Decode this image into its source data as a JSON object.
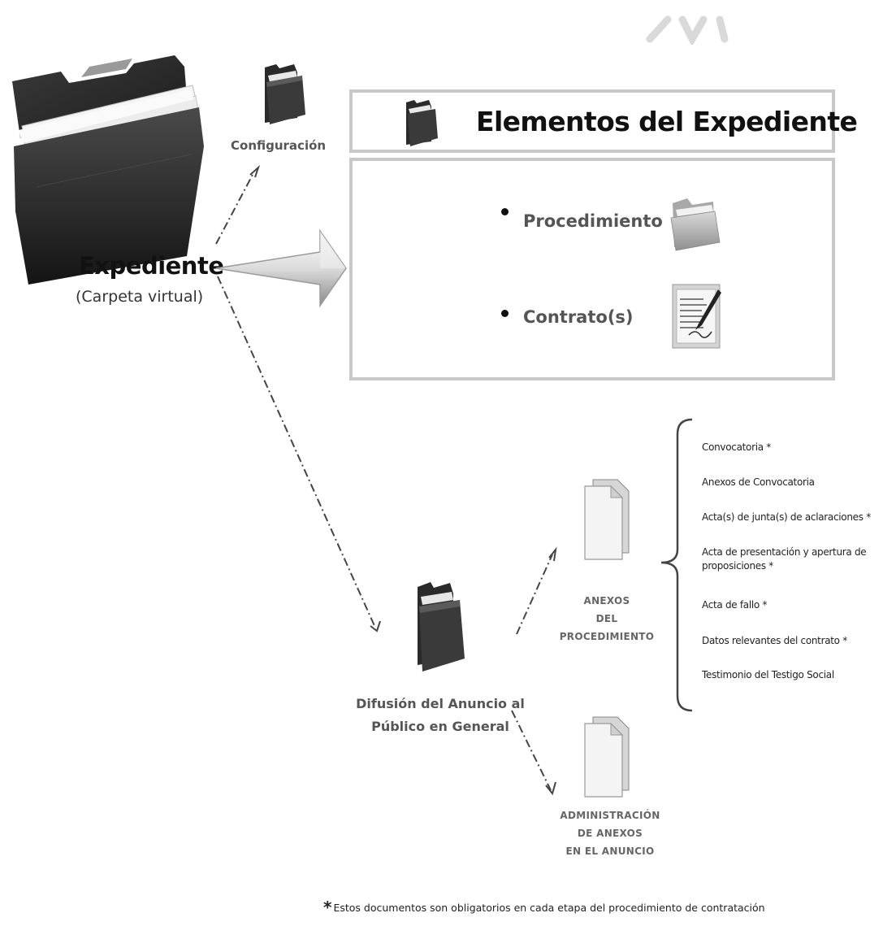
{
  "expediente": {
    "label": "Expediente",
    "sublabel": "(Carpeta virtual)"
  },
  "configuracion": {
    "label": "Configuración"
  },
  "elementos": {
    "title": "Elementos del Expediente",
    "items": [
      {
        "label": "Procedimiento",
        "icon": "folder-icon"
      },
      {
        "label": "Contrato(s)",
        "icon": "contract-document-icon"
      }
    ]
  },
  "difusion": {
    "label_line1": "Difusión del Anuncio al",
    "label_line2": "Público en General"
  },
  "anexos_procedimiento": {
    "label_lines": [
      "ANEXOS",
      "DEL",
      "PROCEDIMIENTO"
    ],
    "documents": [
      "Convocatoria *",
      "Anexos de Convocatoria",
      "Acta(s) de junta(s) de aclaraciones *",
      "Acta de presentación y apertura de proposiciones *",
      "Acta de fallo *",
      "Datos relevantes del contrato *",
      "Testimonio del Testigo Social"
    ]
  },
  "administracion_anexos": {
    "label_lines": [
      "ADMINISTRACIÓN",
      "DE ANEXOS",
      "EN EL ANUNCIO"
    ]
  },
  "footnote": {
    "star": "*",
    "text": "Estos documentos son obligatorios en cada etapa del procedimiento de contratación"
  },
  "colors": {
    "folder_dark": "#2e2e2e",
    "box_border": "#c8c8c8",
    "arrow_light": "#f2f2f2"
  }
}
